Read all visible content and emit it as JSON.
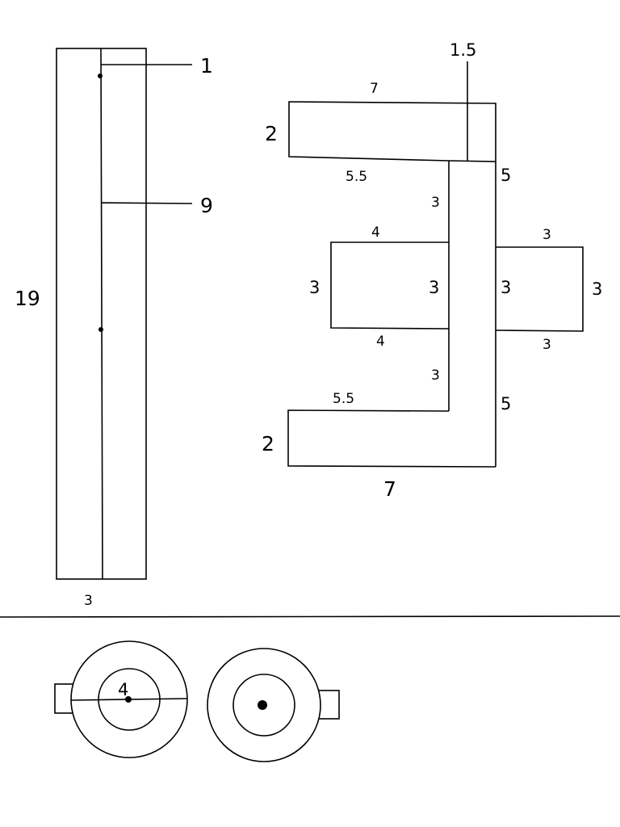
{
  "labels": {
    "strip_height": "19",
    "strip_width": "3",
    "strip_mark_upper": "1",
    "strip_mark_lower": "9",
    "top_width": "7",
    "top_height": "2",
    "top_under": "5.5",
    "notch": "1.5",
    "stem_upper_right": "5",
    "stem_upper_left": "3",
    "left_tab_top": "4",
    "left_tab_height": "3",
    "stem_mid_left": "3",
    "left_tab_bottom": "4",
    "stem_mid_right": "3",
    "right_tab_top": "3",
    "right_tab_height": "3",
    "right_tab_bottom": "3",
    "stem_lower_left": "3",
    "bottom_over": "5.5",
    "stem_lower_right": "5",
    "bottom_height": "2",
    "bottom_width": "7",
    "circle_label": "4"
  }
}
